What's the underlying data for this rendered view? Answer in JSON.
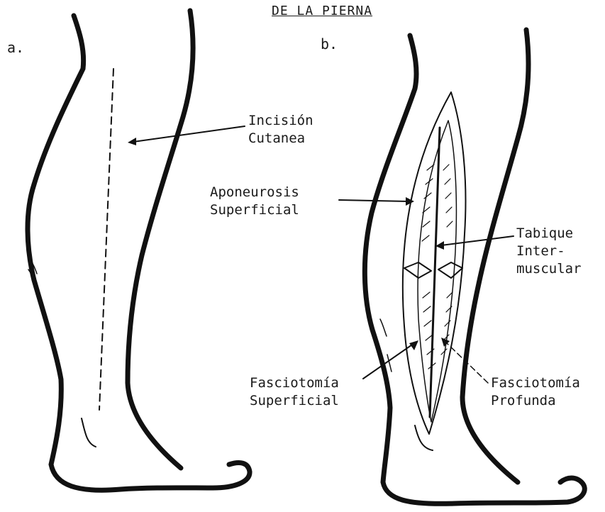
{
  "title": "DE LA PIERNA",
  "panels": {
    "a": "a.",
    "b": "b."
  },
  "labels": {
    "incision": [
      "Incisión",
      "Cutanea"
    ],
    "aponeurosis": [
      "Aponeurosis",
      "Superficial"
    ],
    "tabique": [
      "Tabique",
      "Inter-",
      "muscular"
    ],
    "fasciotomia_superficial": [
      "Fasciotomía",
      "Superficial"
    ],
    "fasciotomia_profunda": [
      "Fasciotomía",
      "Profunda"
    ]
  },
  "colors": {
    "ink": "#111111",
    "background": "#ffffff"
  }
}
